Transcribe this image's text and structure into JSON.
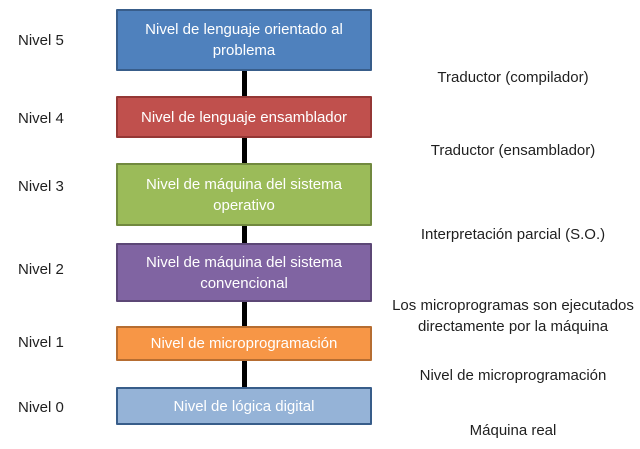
{
  "diagram": {
    "background": "#FFFFFF",
    "connector_color": "#000000",
    "box_text_color": "#FFFFFF",
    "side_text_color": "#1F1F1F",
    "levels": [
      {
        "side_label": "Nivel 5",
        "box_text": "Nivel de lenguaje orientado al problema",
        "fill": "#4F81BD",
        "border": "#385D8A"
      },
      {
        "side_label": "Nivel 4",
        "box_text": "Nivel de lenguaje ensamblador",
        "fill": "#C0504D",
        "border": "#953735"
      },
      {
        "side_label": "Nivel 3",
        "box_text": "Nivel de máquina del sistema operativo",
        "fill": "#9BBB59",
        "border": "#71893F"
      },
      {
        "side_label": "Nivel 2",
        "box_text": "Nivel de máquina del sistema convencional",
        "fill": "#8064A2",
        "border": "#5C4776"
      },
      {
        "side_label": "Nivel 1",
        "box_text": "Nivel de microprogramación",
        "fill": "#F79646",
        "border": "#B66D31"
      },
      {
        "side_label": "Nivel 0",
        "box_text": "Nivel de lógica digital",
        "fill": "#95B3D7",
        "border": "#385D8A"
      }
    ],
    "annotations": [
      {
        "text": "Traductor (compilador)"
      },
      {
        "text": "Traductor (ensamblador)"
      },
      {
        "text": "Interpretación parcial (S.O.)"
      },
      {
        "text": "Los microprogramas son ejecutados directamente por la máquina"
      },
      {
        "text": "Nivel de microprogramación"
      },
      {
        "text": "Máquina real"
      }
    ]
  }
}
